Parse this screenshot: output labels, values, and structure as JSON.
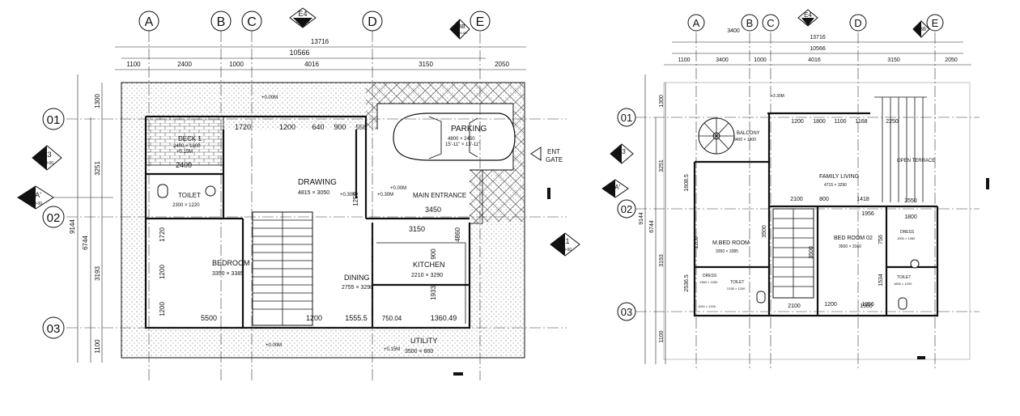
{
  "grid_labels": {
    "cols": [
      "A",
      "B",
      "C",
      "D",
      "E"
    ],
    "rows": [
      "01",
      "02",
      "03"
    ]
  },
  "section_marks": {
    "e4": "E4",
    "e4_ref": "A00-00",
    "bb": "BB",
    "bb_ref": "A00-00",
    "e3": "E3",
    "e3_ref": "A00-00",
    "aa": "AA'",
    "aa_ref": "A00-00",
    "e1": "E1",
    "e1_ref": "A00-00"
  },
  "ground_dims": {
    "overall": "13716",
    "inner": "10566",
    "segments": [
      "1100",
      "2400",
      "1000",
      "4016",
      "3150",
      "2050"
    ],
    "left_outer": "9144",
    "left_mid": "6744",
    "left_segments": [
      "1300",
      "3251",
      "3193",
      "1100"
    ],
    "internal": [
      "1720",
      "1200",
      "640",
      "900",
      "556",
      "2400",
      "3450",
      "3150",
      "5500",
      "1200",
      "1555.5",
      "750.04",
      "1360.49",
      "1200",
      "1200",
      "1720",
      "900",
      "1933",
      "4860",
      "1250"
    ]
  },
  "ground_rooms": {
    "deck": "DECK 1",
    "deck_size": "2400 × 1800",
    "deck_level": "+0.15M",
    "parking": "PARKING",
    "parking_size": "4800 × 2450",
    "parking_size_ft": "15'-11\" × 13'-11\"",
    "drawing": "DRAWING",
    "drawing_size": "4815 × 3050",
    "main_entrance": "MAIN ENTRANCE",
    "main_entrance_level": "+0.00M",
    "toilet": "TOILET",
    "toilet_size": "2300 × 1220",
    "bedroom": "BEDROOM",
    "bedroom_size": "3350 × 3385",
    "dining": "DINING",
    "dining_size": "2755 × 3290",
    "kitchen": "KITCHEN",
    "kitchen_size": "2210 × 3290",
    "utility": "UTILITY",
    "utility_size": "3500 × 800",
    "utility_level": "+0.15M",
    "ent_gate": "ENT",
    "ent_gate2": "GATE",
    "level_a": "+0.30M",
    "level_b": "+0.30M",
    "level_c": "+0.00M",
    "level_d": "+0.00M"
  },
  "first_dims": {
    "overall": "13716",
    "inner": "10566",
    "top_a": "3400",
    "segments": [
      "1100",
      "3400",
      "1000",
      "4016",
      "3150",
      "2050"
    ],
    "left_outer": "9144",
    "left_mid": "6744",
    "left_segments": [
      "1300",
      "3251",
      "3193",
      "1100"
    ],
    "left_inner": [
      "1608.5",
      "2536.5"
    ],
    "internal": [
      "1200",
      "1800",
      "1100",
      "1168",
      "2250",
      "2100",
      "800",
      "1418",
      "2550",
      "1956",
      "1800",
      "2100",
      "1980",
      "1200",
      "1956",
      "3500",
      "3500",
      "1200",
      "1534",
      "756"
    ]
  },
  "first_rooms": {
    "balcony": "BALCONY",
    "balcony_size": "3400 × 1800",
    "family": "FAMILY LIVING",
    "family_size": "4715 × 3290",
    "open_terrace": "OPEN TERRACE",
    "mbed": "M.BED ROOM",
    "mbed_size": "3350 × 3385",
    "bed2": "BED ROOM 02",
    "bed2_size": "3500 × 3160",
    "dress1": "DRESS",
    "dress1_size": "1360 × 1250",
    "dress2": "DRESS",
    "dress2_size": "1900 × 1360",
    "toilet1": "TOILET",
    "toilet1_size": "2155 × 1200",
    "toilet2": "TOILET",
    "toilet2_size": "1800 × 1200",
    "level": "+3.30M",
    "size_a": "1100 × 1200"
  }
}
